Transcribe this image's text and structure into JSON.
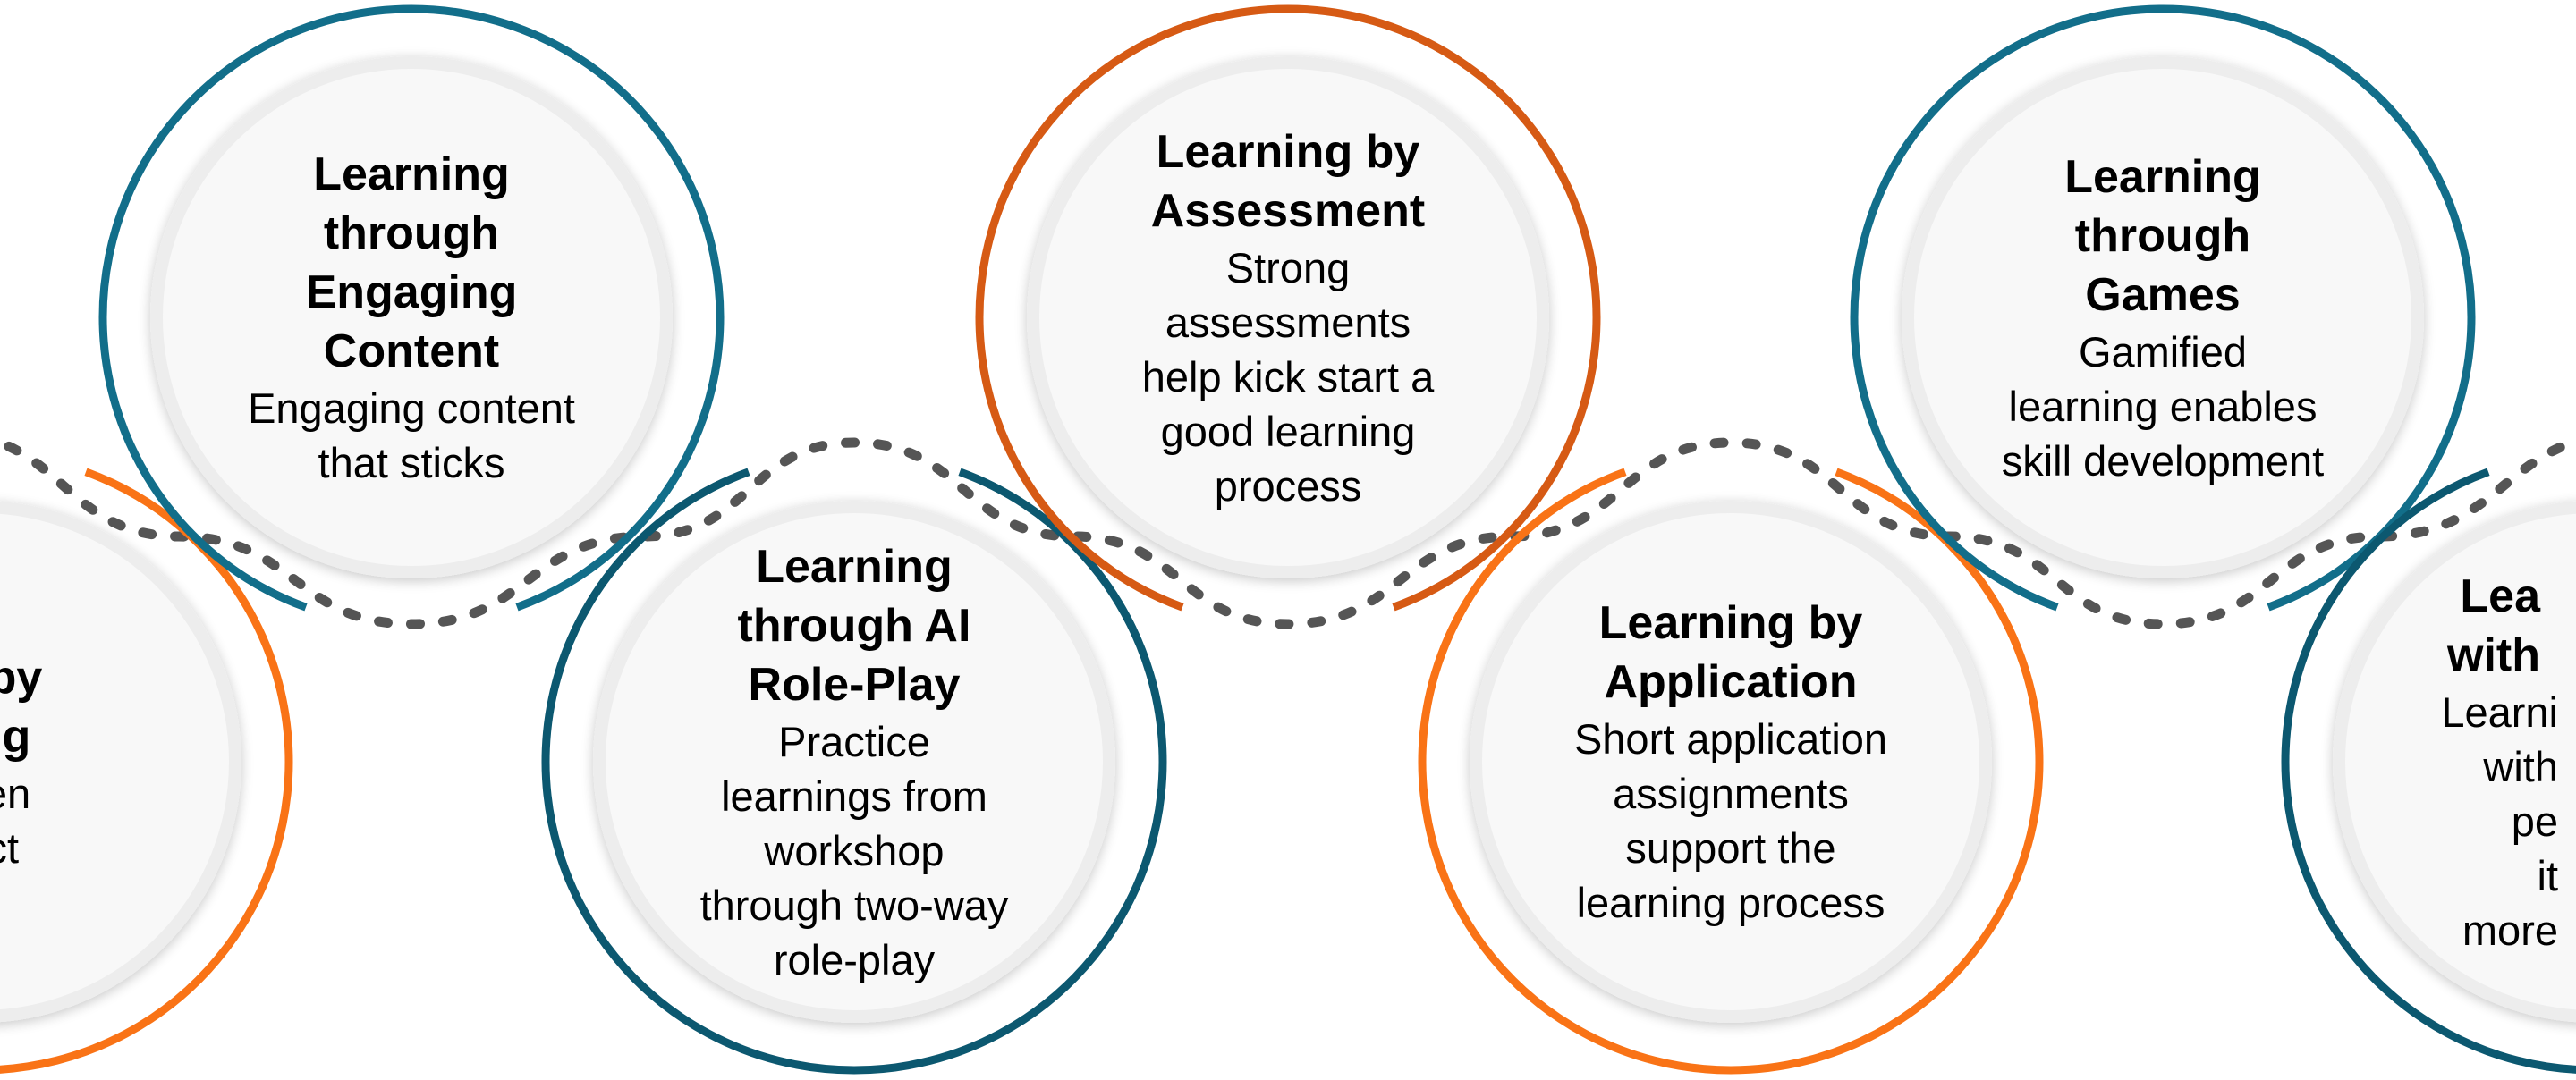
{
  "colors": {
    "teal": "#126E8A",
    "dark_teal": "#0C5870",
    "rust": "#D65A14",
    "orange": "#F97316",
    "connector": "#555555",
    "disc": "#F8F8F8"
  },
  "nodes": [
    {
      "id": "reflecting",
      "title": "ng by\ntting",
      "description": "when\nflect",
      "ring_color": "orange"
    },
    {
      "id": "engaging-content",
      "title": "Learning\nthrough\nEngaging\nContent",
      "description": "Engaging content\nthat sticks",
      "ring_color": "teal"
    },
    {
      "id": "ai-role-play",
      "title": "Learning\nthrough AI\nRole-Play",
      "description": "Practice\nlearnings from\nworkshop\nthrough two-way\nrole-play",
      "ring_color": "dark_teal"
    },
    {
      "id": "assessment",
      "title": "Learning by\nAssessment",
      "description": "Strong\nassessments\nhelp kick start a\ngood learning\nprocess",
      "ring_color": "rust"
    },
    {
      "id": "application",
      "title": "Learning by\nApplication",
      "description": "Short application\nassignments\nsupport the\nlearning process",
      "ring_color": "orange"
    },
    {
      "id": "games",
      "title": "Learning\nthrough\nGames",
      "description": "Gamified\nlearning enables\nskill development",
      "ring_color": "teal"
    },
    {
      "id": "peers",
      "title": "Lea\nwith",
      "description": "Learni\nwith pe\nit more",
      "ring_color": "dark_teal"
    }
  ]
}
